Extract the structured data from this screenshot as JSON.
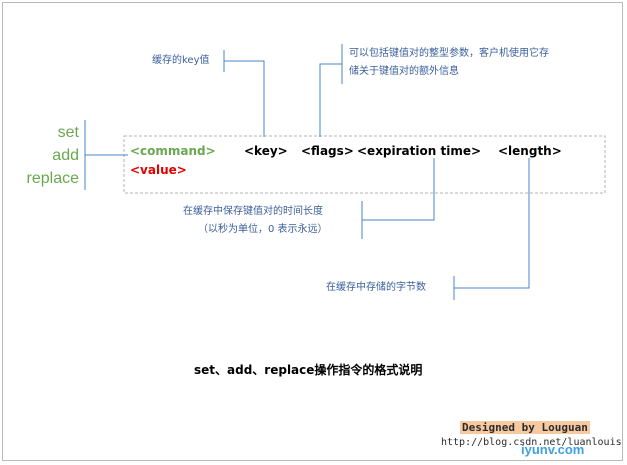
{
  "annotations": {
    "key_note": "缓存的key值",
    "flags_note_line1": "可以包括键值对的整型参数，客户机使用它存",
    "flags_note_line2": "储关于键值对的额外信息",
    "exptime_note_line1": "在缓存中保存键值对的时间长度",
    "exptime_note_line2": "（以秒为单位，0 表示永远）",
    "length_note": "在缓存中存储的字节数"
  },
  "operations": [
    "set",
    "add",
    "replace"
  ],
  "syntax": {
    "command": "<command>",
    "key": "<key>",
    "flags": "<flags>",
    "exptime": "<expiration time>",
    "length": "<length>",
    "value": "<value>"
  },
  "caption": "set、add、replace操作指令的格式说明",
  "credit": {
    "label": "Designed by Louguan",
    "url": "http://blog.csdn.net/luanlouis",
    "watermark": "iyunv.com"
  },
  "colors": {
    "annotation_line": "#4a86c8",
    "operation_text": "#6aa84f",
    "value_text": "#e00000",
    "annotation_text": "#3a5f9a"
  }
}
